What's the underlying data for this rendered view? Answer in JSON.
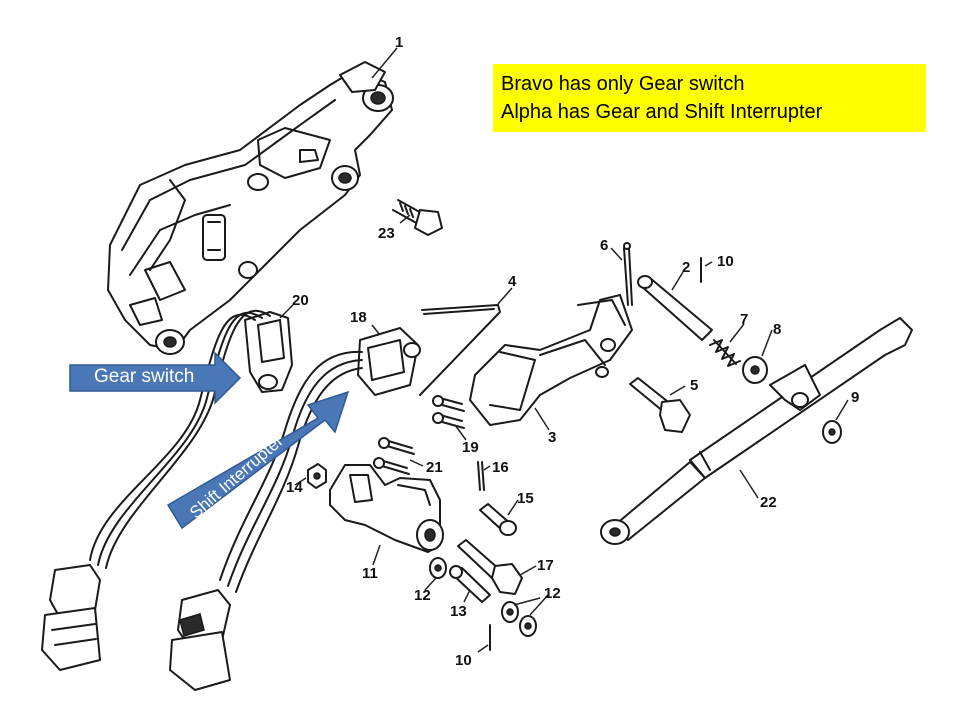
{
  "note": {
    "line1": "Bravo has only Gear switch",
    "line2": "Alpha has Gear and Shift Interrupter",
    "bg_color": "#ffff00"
  },
  "callouts": {
    "gear_switch": "Gear switch",
    "shift_interrupter": "Shift Interrupter",
    "arrow_color": "#4a77b5"
  },
  "part_numbers": {
    "p1": "1",
    "p2": "2",
    "p3": "3",
    "p4": "4",
    "p5": "5",
    "p6": "6",
    "p7": "7",
    "p8": "8",
    "p9": "9",
    "p10a": "10",
    "p10b": "10",
    "p11": "11",
    "p12a": "12",
    "p12b": "12",
    "p13": "13",
    "p14": "14",
    "p15": "15",
    "p16": "16",
    "p17": "17",
    "p18": "18",
    "p19": "19",
    "p20": "20",
    "p21": "21",
    "p22": "22",
    "p23": "23"
  }
}
